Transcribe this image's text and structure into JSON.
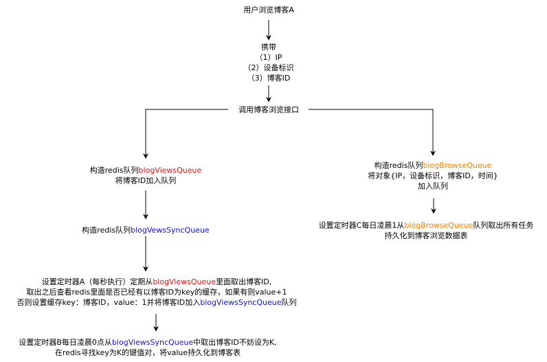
{
  "colors": {
    "red": "#e81313",
    "blue": "#1313e8",
    "orange": "#ff8000",
    "line": "#000000"
  },
  "nodes": {
    "user_browse": "用户浏览博客A",
    "carry": [
      "携带",
      "（1）IP",
      "（2）设备标识",
      "（3）博客ID"
    ],
    "call_api": "调用博客浏览接口",
    "views_queue": {
      "line1_prefix": "构造redis队列",
      "line1_name": "blogViewsQueue",
      "line2": "将博客ID加入队列"
    },
    "browse_queue": {
      "line1_prefix": "构造redis队列",
      "line1_name": "blogBrowseQueue",
      "line2": "将对象{IP，设备标识，博客ID，时间}",
      "line3": "加入队列"
    },
    "sync_queue": {
      "prefix": "构造redis队列",
      "name": "blogVewsSyncQueue"
    },
    "timer_c": {
      "line1_prefix": "设置定时器C每日凌晨1从",
      "line1_name": "blogBrowseQueue",
      "line1_suffix": "队列取出所有任务",
      "line2": "持久化到博客浏览数据表"
    },
    "timer_a": {
      "line1_prefix": "设置定时器A（每秒执行）定期从",
      "line1_name": "blogViewsQueue",
      "line1_suffix": "里面取出博客ID,",
      "line2": "取出之后查看redis里面是否已经有以博客ID为key的缓存，如果有则value+1",
      "line3_prefix": "否则设置缓存key：博客ID，value：1并将博客ID加入",
      "line3_name": "blogViewsSyncQueue",
      "line3_suffix": "队列"
    },
    "timer_b": {
      "line1_prefix": "设置定时器B每日凌晨0点从",
      "line1_name": "blogViewsSyncQueue",
      "line1_suffix": "中取出博客ID不妨设为K,",
      "line2": "在redis寻找key为K的键值对，将value持久化到博客表"
    }
  }
}
